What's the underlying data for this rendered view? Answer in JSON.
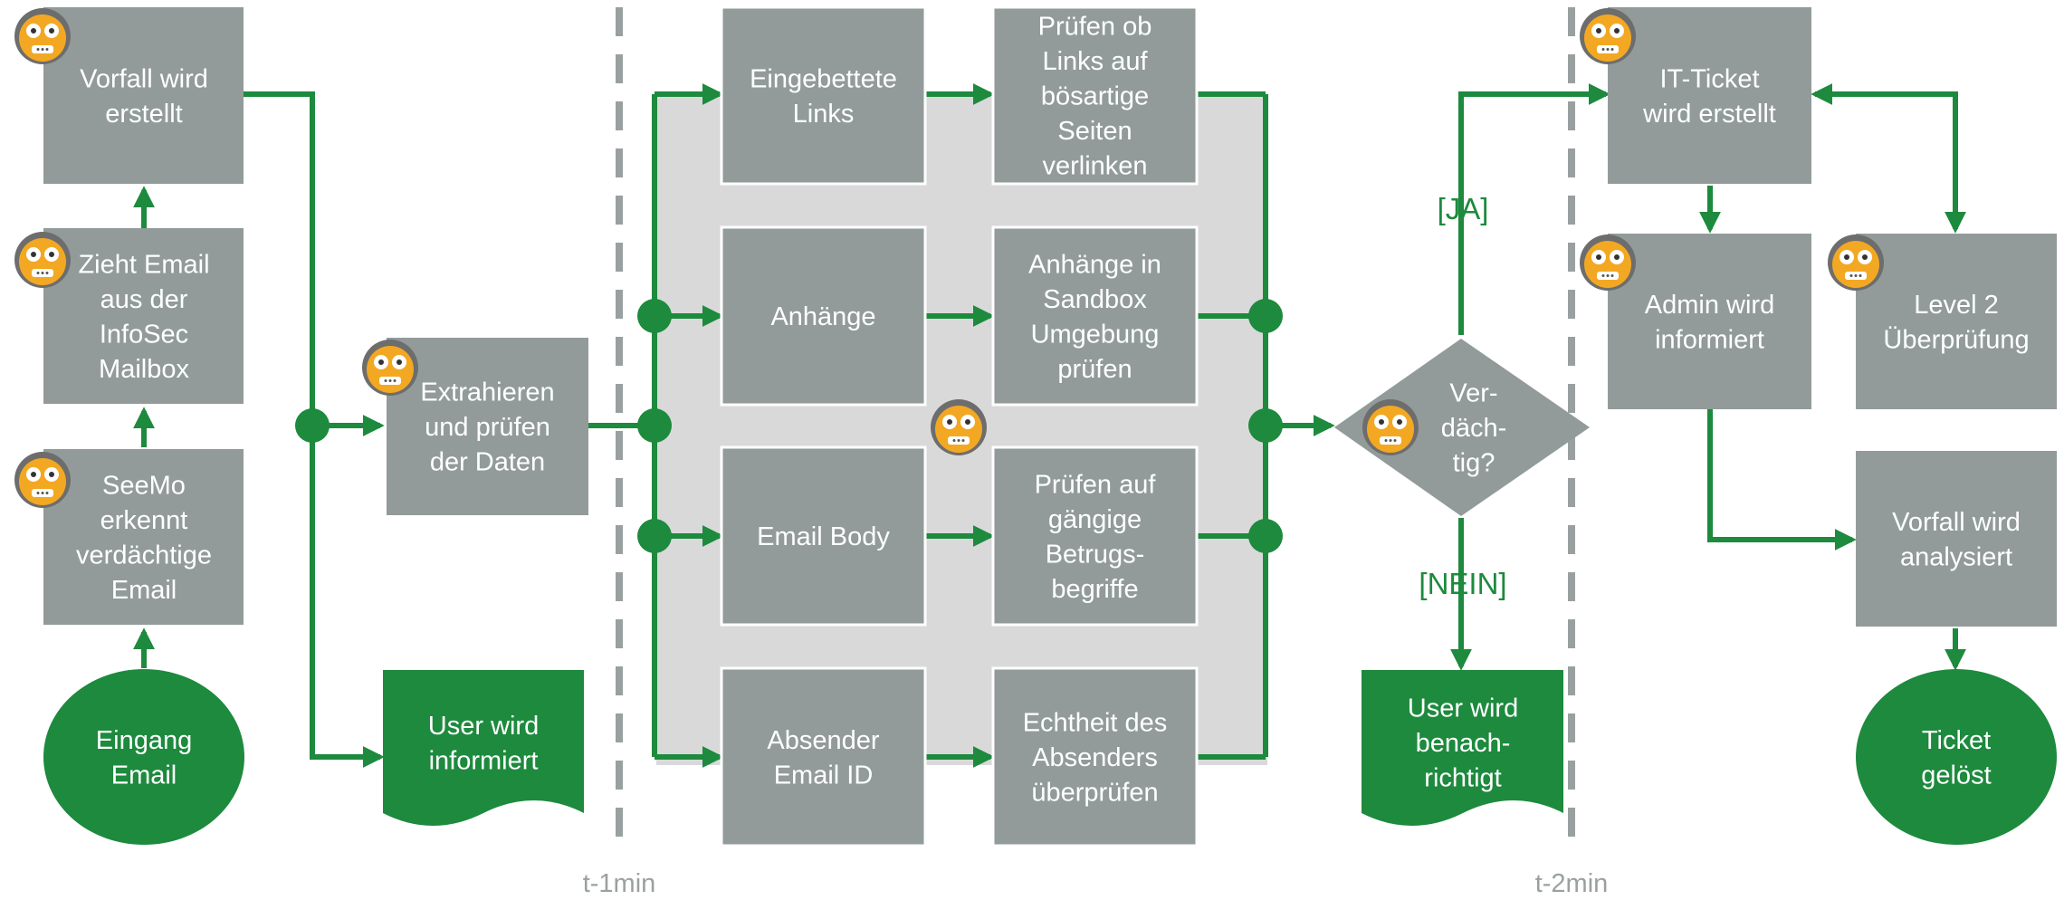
{
  "colors": {
    "green": "#1d8a3e",
    "gray_box": "#929b9a",
    "gray_panel": "#d9d9d9",
    "divider": "#9aa0a0",
    "robot_face": "#f3a823",
    "robot_outline": "#6d6d6d"
  },
  "icons": {
    "robot": "robot-face-icon"
  },
  "nodes": {
    "vorfall_erstellt": "Vorfall wird\nerstellt",
    "zieht_email": "Zieht Email\naus der\nInfoSec\nMailbox",
    "seemo": "SeeMo\nerkennt\nverdächtige\nEmail",
    "eingang": "Eingang\nEmail",
    "extrahieren": "Extrahieren\nund prüfen\nder Daten",
    "user_informiert": "User wird\ninformiert",
    "links": "Eingebettete\nLinks",
    "links_check": "Prüfen ob\nLinks auf\nbösartige\nSeiten\nverlinken",
    "anhaenge": "Anhänge",
    "anhaenge_check": "Anhänge in\nSandbox\nUmgebung\nprüfen",
    "body": "Email Body",
    "body_check": "Prüfen auf\ngängige\nBetrugs-\nbegriffe",
    "absender": "Absender\nEmail ID",
    "absender_check": "Echtheit des\nAbsenders\nüberprüfen",
    "verdaechtig": "Ver-\ndäch-\ntig?",
    "user_benachrichtigt": "User wird\nbenach-\nrichtigt",
    "it_ticket": "IT-Ticket\nwird erstellt",
    "admin": "Admin wird\ninformiert",
    "level2": "Level 2\nÜberprüfung",
    "analysiert": "Vorfall wird\nanalysiert",
    "geloest": "Ticket\ngelöst"
  },
  "labels": {
    "ja": "[JA]",
    "nein": "[NEIN]",
    "t1": "t-1min",
    "t2": "t-2min"
  }
}
